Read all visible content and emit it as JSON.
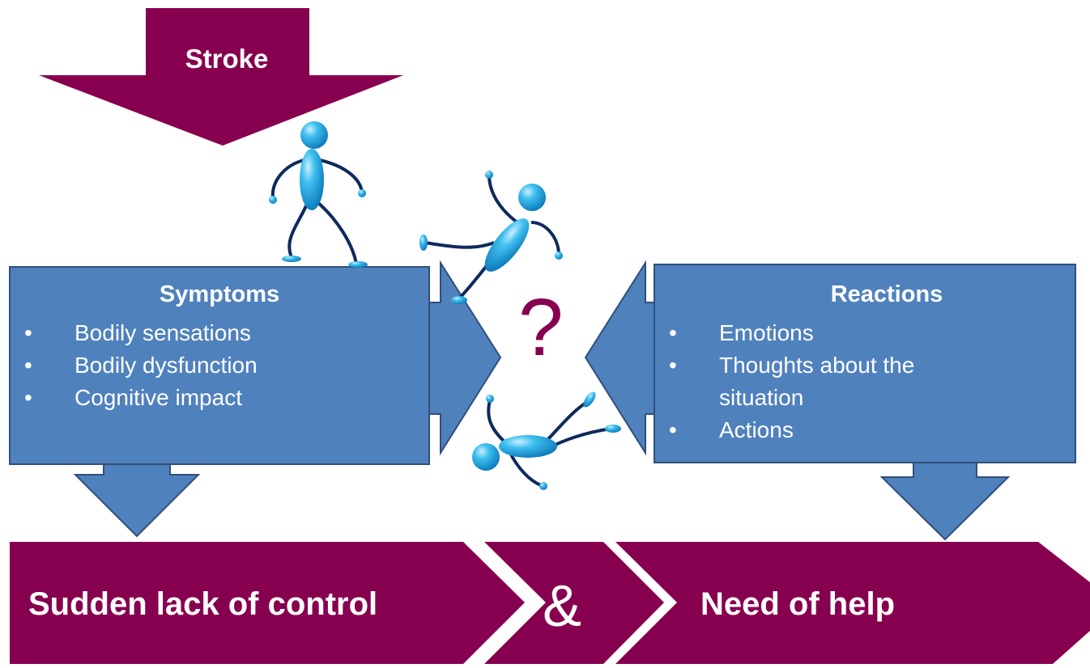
{
  "stroke": {
    "label": "Stroke"
  },
  "symptoms": {
    "title": "Symptoms",
    "items": [
      "Bodily sensations",
      "Bodily dysfunction",
      "Cognitive impact"
    ]
  },
  "reactions": {
    "title": "Reactions",
    "items": [
      "Emotions",
      "Thoughts about the",
      "situation",
      "Actions"
    ]
  },
  "center": {
    "question": "?"
  },
  "outcome": {
    "left": "Sudden lack of control",
    "middle": "&",
    "right": "Need of help"
  },
  "colors": {
    "maroon": "#870050",
    "blue_fill": "#4F81BD",
    "blue_stroke": "#2F4F7A",
    "figure": "#33B5E8",
    "figure_line": "#0E2A5C"
  }
}
